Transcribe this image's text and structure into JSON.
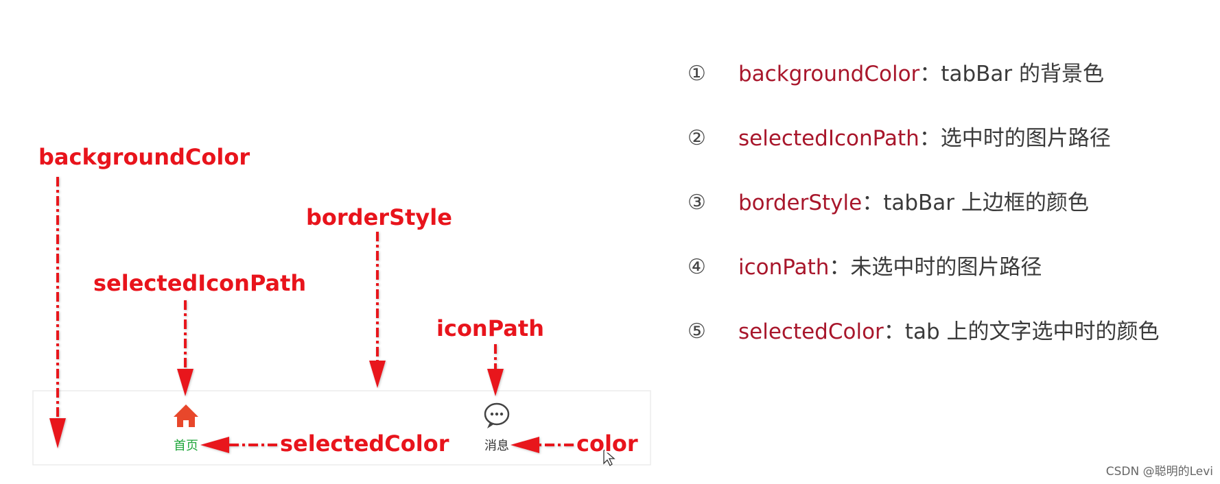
{
  "diagram": {
    "callouts": {
      "background_color": "backgroundColor",
      "border_style": "borderStyle",
      "selected_icon_path": "selectedIconPath",
      "icon_path": "iconPath",
      "selected_color": "selectedColor",
      "color": "color"
    },
    "tabbar": {
      "tabs": [
        {
          "label": "首页",
          "icon": "home-icon",
          "selected": true,
          "label_color": "#1fa63a",
          "icon_color": "#e8472b"
        },
        {
          "label": "消息",
          "icon": "message-icon",
          "selected": false,
          "label_color": "#333333",
          "icon_color": "#444444"
        }
      ]
    },
    "accent_color": "#e8141c"
  },
  "legend": [
    {
      "num": "①",
      "key": "backgroundColor",
      "sep": "：",
      "desc": "tabBar 的背景色"
    },
    {
      "num": "②",
      "key": "selectedIconPath",
      "sep": "：",
      "desc": "选中时的图片路径"
    },
    {
      "num": "③",
      "key": "borderStyle",
      "sep": "：",
      "desc": "tabBar 上边框的颜色"
    },
    {
      "num": "④",
      "key": "iconPath",
      "sep": "：",
      "desc": "未选中时的图片路径"
    },
    {
      "num": "⑤",
      "key": "selectedColor",
      "sep": "：",
      "desc": "tab 上的文字选中时的颜色"
    }
  ],
  "watermark": "CSDN @聪明的Levi",
  "colors": {
    "legend_key": "#a8162b",
    "legend_text": "#3a3a3a"
  }
}
